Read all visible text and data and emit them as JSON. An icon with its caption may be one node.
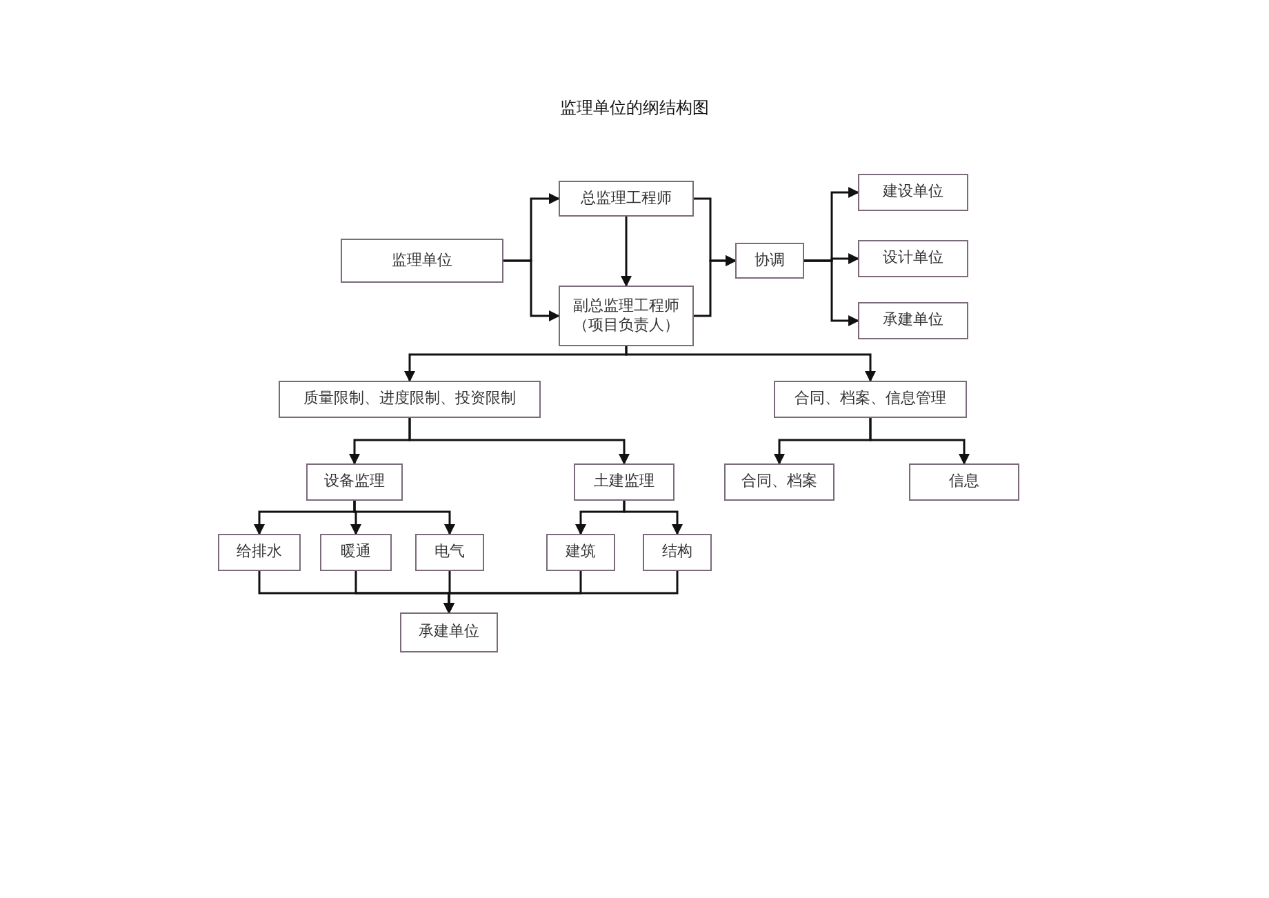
{
  "diagram": {
    "title": "监理单位的纲结构图",
    "nodes": [
      {
        "text": [
          "监理单位"
        ]
      },
      {
        "text": [
          "总监理工程师"
        ]
      },
      {
        "text": [
          "副总监理工程师（项目负责人）"
        ]
      },
      {
        "text": [
          "协调"
        ]
      },
      {
        "text": [
          "建设单位"
        ]
      },
      {
        "text": [
          "设计单位"
        ]
      },
      {
        "text": [
          "承建单位"
        ]
      },
      {
        "text": [
          "质量限制、进度限制、投资限制"
        ]
      },
      {
        "text": [
          "合同、档案、信息管理"
        ]
      },
      {
        "text": [
          "设备监理"
        ]
      },
      {
        "text": [
          "土建监理"
        ]
      },
      {
        "text": [
          "合同、档案"
        ]
      },
      {
        "text": [
          "信息"
        ]
      },
      {
        "text": [
          "给排水"
        ]
      },
      {
        "text": [
          "暖通"
        ]
      },
      {
        "text": [
          "电气"
        ]
      },
      {
        "text": [
          "建筑"
        ]
      },
      {
        "text": [
          "结构"
        ]
      },
      {
        "text": [
          "承建单位"
        ]
      }
    ],
    "edges": [
      {
        "from": 0,
        "to": 1,
        "arrow": "to"
      },
      {
        "from": 0,
        "to": 2,
        "arrow": "to"
      },
      {
        "from": 1,
        "to": 2,
        "arrow": "to"
      },
      {
        "from": 1,
        "to": 3,
        "arrow": "to"
      },
      {
        "from": 2,
        "to": 3,
        "arrow": "to"
      },
      {
        "from": 3,
        "to": 4,
        "arrow": "to"
      },
      {
        "from": 3,
        "to": 5,
        "arrow": "to"
      },
      {
        "from": 3,
        "to": 6,
        "arrow": "to"
      },
      {
        "from": 2,
        "to": 7,
        "arrow": "to"
      },
      {
        "from": 2,
        "to": 8,
        "arrow": "to"
      },
      {
        "from": 7,
        "to": 9,
        "arrow": "to"
      },
      {
        "from": 7,
        "to": 10,
        "arrow": "to"
      },
      {
        "from": 8,
        "to": 11,
        "arrow": "to"
      },
      {
        "from": 8,
        "to": 12,
        "arrow": "to"
      },
      {
        "from": 9,
        "to": 13,
        "arrow": "to"
      },
      {
        "from": 9,
        "to": 14,
        "arrow": "to"
      },
      {
        "from": 9,
        "to": 15,
        "arrow": "to"
      },
      {
        "from": 10,
        "to": 16,
        "arrow": "to"
      },
      {
        "from": 10,
        "to": 17,
        "arrow": "to"
      },
      {
        "from": 13,
        "to": 18,
        "arrow": "to"
      },
      {
        "from": 14,
        "to": 18,
        "arrow": "to"
      },
      {
        "from": 15,
        "to": 18,
        "arrow": "to"
      },
      {
        "from": 16,
        "to": 18,
        "arrow": "to"
      },
      {
        "from": 17,
        "to": 18,
        "arrow": "to"
      }
    ]
  }
}
